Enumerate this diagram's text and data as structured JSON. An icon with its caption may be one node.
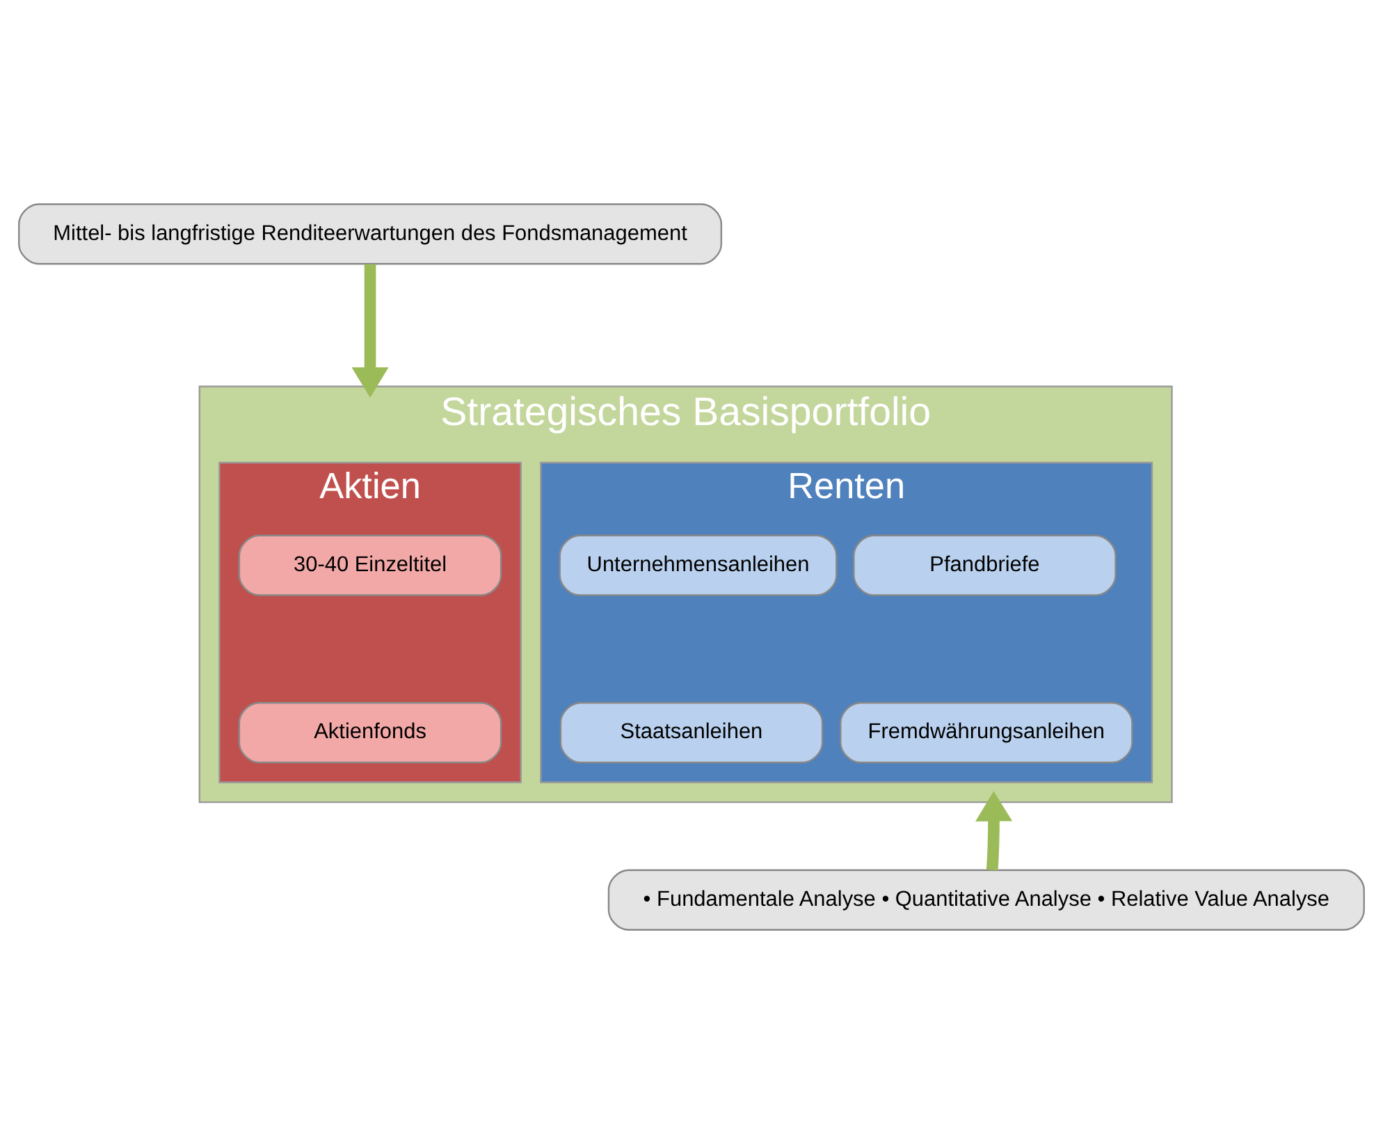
{
  "diagram": {
    "nodes": [
      {
        "text": [
          "Mittel- bis langfristige Renditeerwartungen des Fondsmanagement"
        ]
      },
      {
        "text": [
          "Strategisches Basisportfolio"
        ]
      },
      {
        "text": [
          "Aktien"
        ],
        "in": 1
      },
      {
        "text": [
          "30-40 Einzeltitel"
        ],
        "in": 2
      },
      {
        "text": [
          "Aktienfonds"
        ],
        "in": 2
      },
      {
        "text": [
          "Renten"
        ],
        "in": 1
      },
      {
        "text": [
          "Unternehmensanleihen"
        ],
        "in": 5
      },
      {
        "text": [
          "Pfandbriefe"
        ],
        "in": 5
      },
      {
        "text": [
          "Staatsanleihen"
        ],
        "in": 5
      },
      {
        "text": [
          "Fremdwährungsanleihen"
        ],
        "in": 5
      },
      {
        "text": [
          "• Fundamentale Analyse • Quantitative Analyse • Relative Value Analyse"
        ]
      }
    ],
    "edges": [
      {
        "from": 0,
        "to": 1,
        "arrow": "to"
      },
      {
        "from": 10,
        "to": 1,
        "arrow": "to"
      }
    ]
  }
}
